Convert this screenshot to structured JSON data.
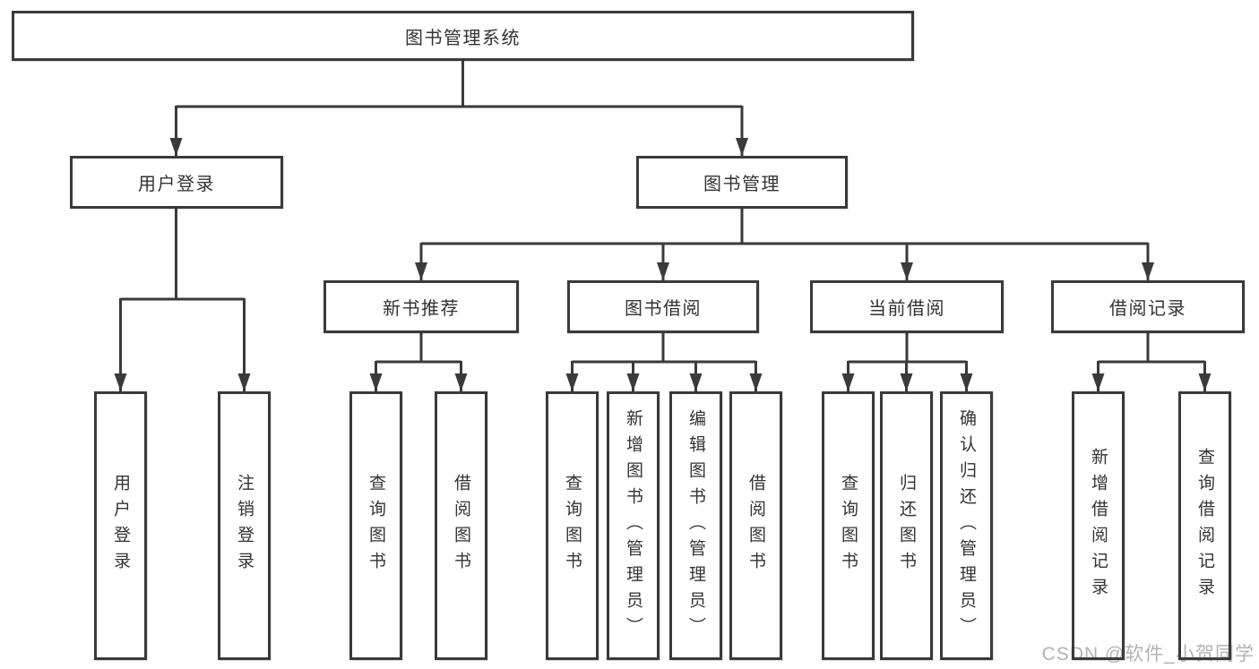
{
  "colors": {
    "line": "#3a3a3a",
    "text": "#333333",
    "background": "#ffffff",
    "watermark": "#b3b3b3"
  },
  "tree": {
    "label": "图书管理系统",
    "children": [
      {
        "label": "用户登录",
        "children": [
          {
            "label": "用户登录"
          },
          {
            "label": "注销登录"
          }
        ]
      },
      {
        "label": "图书管理",
        "children": [
          {
            "label": "新书推荐",
            "children": [
              {
                "label": "查询图书"
              },
              {
                "label": "借阅图书"
              }
            ]
          },
          {
            "label": "图书借阅",
            "children": [
              {
                "label": "查询图书"
              },
              {
                "label": "新增图书（管理员）"
              },
              {
                "label": "编辑图书（管理员）"
              },
              {
                "label": "借阅图书"
              }
            ]
          },
          {
            "label": "当前借阅",
            "children": [
              {
                "label": "查询图书"
              },
              {
                "label": "归还图书"
              },
              {
                "label": "确认归还（管理员）"
              }
            ]
          },
          {
            "label": "借阅记录",
            "children": [
              {
                "label": "新增借阅记录"
              },
              {
                "label": "查询借阅记录"
              }
            ]
          }
        ]
      }
    ]
  },
  "watermark": {
    "text": "CSDN @软件_小贺同学"
  }
}
